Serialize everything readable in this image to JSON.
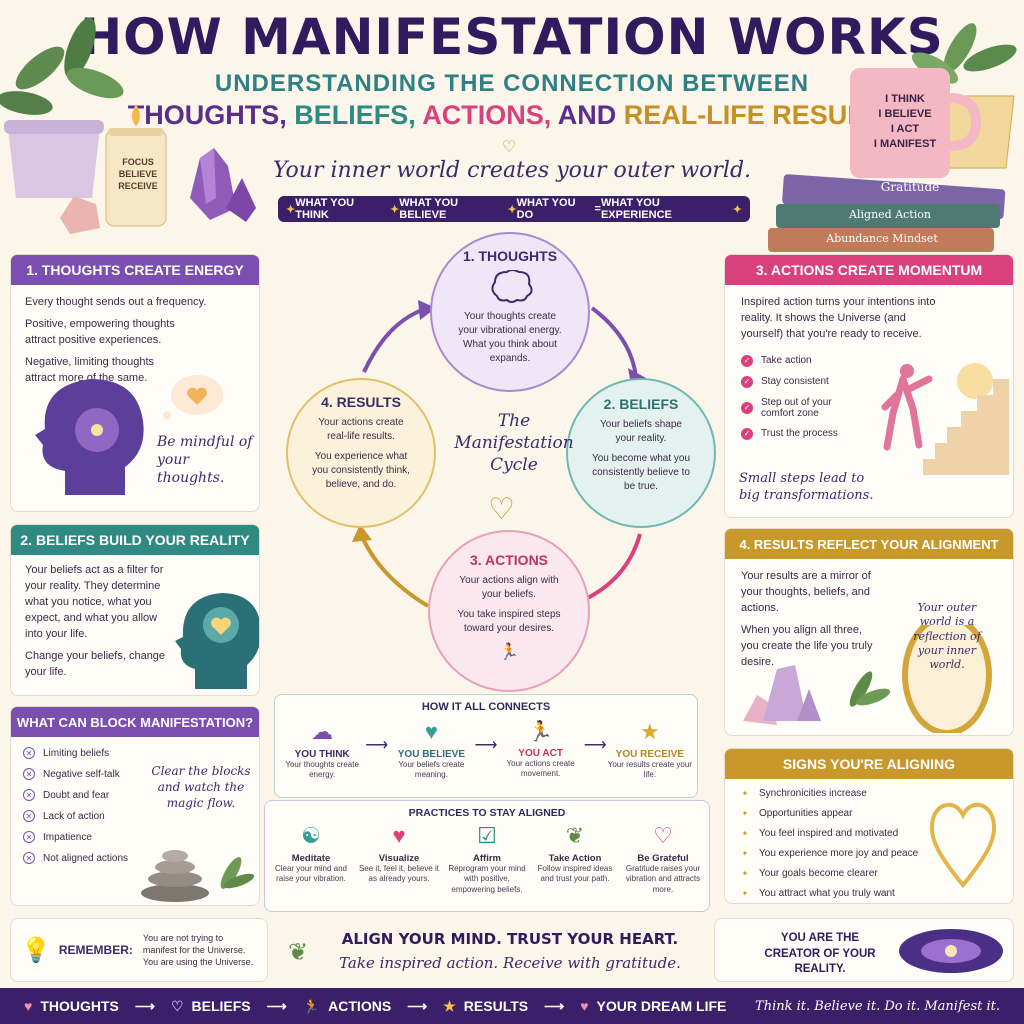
{
  "title": "HOW MANIFESTATION WORKS",
  "subtitle_line1": "UNDERSTANDING THE CONNECTION BETWEEN",
  "subtitle_line2": {
    "thoughts": "THOUGHTS,",
    "beliefs": "BELIEFS,",
    "actions": "ACTIONS,",
    "and": "AND",
    "results": "REAL-LIFE RESULTS"
  },
  "tagline": "Your inner world creates your outer world.",
  "formula": [
    "WHAT YOU THINK",
    "WHAT YOU BELIEVE",
    "WHAT YOU DO",
    "=",
    "WHAT YOU EXPERIENCE"
  ],
  "candle_label": [
    "FOCUS",
    "BELIEVE",
    "RECEIVE"
  ],
  "mug_label": [
    "I THINK",
    "I BELIEVE",
    "I ACT",
    "I MANIFEST"
  ],
  "books": [
    "Gratitude",
    "Aligned Action",
    "Abundance Mindset"
  ],
  "card1": {
    "title": "1. THOUGHTS CREATE ENERGY",
    "p1": "Every thought sends out a frequency.",
    "p2": "Positive, empowering thoughts attract positive experiences.",
    "p3": "Negative, limiting thoughts attract more of the same.",
    "note": "Be mindful of your thoughts."
  },
  "card2": {
    "title": "2. BELIEFS BUILD YOUR REALITY",
    "p1": "Your beliefs act as a filter for your reality. They determine what you notice, what you expect, and what you allow into your life.",
    "p2": "Change your beliefs, change your life."
  },
  "card_block": {
    "title": "WHAT CAN BLOCK MANIFESTATION?",
    "items": [
      "Limiting beliefs",
      "Negative self-talk",
      "Doubt and fear",
      "Lack of action",
      "Impatience",
      "Not aligned actions"
    ],
    "note": "Clear the blocks and watch the magic flow."
  },
  "card3": {
    "title": "3. ACTIONS CREATE MOMENTUM",
    "p1": "Inspired action turns your intentions into reality. It shows the Universe (and yourself) that you're ready to receive.",
    "items": [
      "Take action",
      "Stay consistent",
      "Step out of your comfort zone",
      "Trust the process"
    ],
    "note": "Small steps lead to big transformations."
  },
  "card4": {
    "title": "4. RESULTS REFLECT YOUR ALIGNMENT",
    "p1": "Your results are a mirror of your thoughts, beliefs, and actions.",
    "p2": "When you align all three, you create the life you truly desire.",
    "mirror": "Your outer world is a reflection of your inner world."
  },
  "card_signs": {
    "title": "SIGNS YOU'RE ALIGNING",
    "items": [
      "Synchronicities increase",
      "Opportunities appear",
      "You feel inspired and motivated",
      "You experience more joy and peace",
      "Your goals become clearer",
      "You attract what you truly want"
    ]
  },
  "cycle": {
    "center": "The Manifestation Cycle",
    "thoughts": {
      "title": "1. THOUGHTS",
      "text": "Your thoughts create your vibrational energy. What you think about expands."
    },
    "beliefs": {
      "title": "2. BELIEFS",
      "p1": "Your beliefs shape your reality.",
      "p2": "You become what you consistently believe to be true."
    },
    "actions": {
      "title": "3. ACTIONS",
      "p1": "Your actions align with your beliefs.",
      "p2": "You take inspired steps toward your desires."
    },
    "results": {
      "title": "4. RESULTS",
      "p1": "Your actions create real-life results.",
      "p2": "You experience what you consistently think, believe, and do."
    }
  },
  "connects": {
    "title": "HOW IT ALL CONNECTS",
    "steps": [
      {
        "h": "YOU THINK",
        "d": "Your thoughts create energy."
      },
      {
        "h": "YOU BELIEVE",
        "d": "Your beliefs create meaning."
      },
      {
        "h": "YOU ACT",
        "d": "Your actions create movement."
      },
      {
        "h": "YOU RECEIVE",
        "d": "Your results create your life."
      }
    ]
  },
  "practices": {
    "title": "PRACTICES TO STAY ALIGNED",
    "items": [
      {
        "h": "Meditate",
        "d": "Clear your mind and raise your vibration."
      },
      {
        "h": "Visualize",
        "d": "See it, feel it, believe it as already yours."
      },
      {
        "h": "Affirm",
        "d": "Reprogram your mind with positive, empowering beliefs."
      },
      {
        "h": "Take Action",
        "d": "Follow inspired ideas and trust your path."
      },
      {
        "h": "Be Grateful",
        "d": "Gratitude raises your vibration and attracts more."
      }
    ]
  },
  "remember": {
    "label": "REMEMBER:",
    "text": "You are not trying to manifest for the Universe. You are using the Universe."
  },
  "center_footer": {
    "line1": "ALIGN YOUR MIND.  TRUST YOUR HEART.",
    "line2": "Take inspired action. Receive with gratitude."
  },
  "creator": "YOU ARE THE CREATOR OF YOUR REALITY.",
  "bottom": {
    "items": [
      "THOUGHTS",
      "BELIEFS",
      "ACTIONS",
      "RESULTS",
      "YOUR DREAM LIFE"
    ],
    "slogan": "Think it. Believe it. Do it. Manifest it."
  },
  "colors": {
    "purple": "#7b4fb0",
    "teal": "#2f8a84",
    "pink": "#d8417c",
    "gold": "#c9982b",
    "navy": "#3c1f69"
  }
}
